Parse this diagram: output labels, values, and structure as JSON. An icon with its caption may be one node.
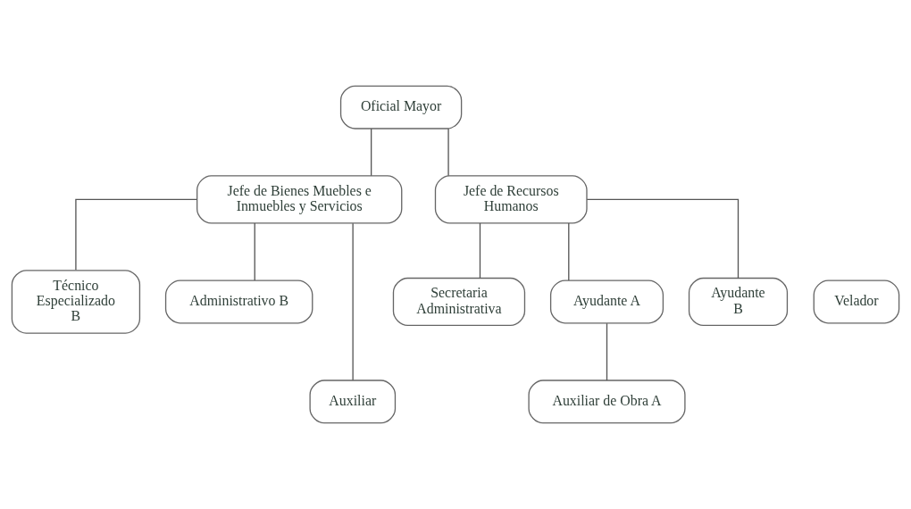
{
  "diagram": {
    "nodes": [
      {
        "text": [
          "Oficial Mayor"
        ]
      },
      {
        "text": [
          "Jefe de Bienes Muebles e Inmuebles y Servicios"
        ]
      },
      {
        "text": [
          "Jefe de Recursos Humanos"
        ]
      },
      {
        "text": [
          "Técnico Especializado B"
        ]
      },
      {
        "text": [
          "Administrativo B"
        ]
      },
      {
        "text": [
          "Secretaria Administrativa"
        ]
      },
      {
        "text": [
          "Ayudante A"
        ]
      },
      {
        "text": [
          "Velador"
        ]
      },
      {
        "text": [
          "Ayudante B"
        ]
      },
      {
        "text": [
          "Auxiliar"
        ]
      },
      {
        "text": [
          "Auxiliar de Obra A"
        ]
      }
    ],
    "edges": [
      {
        "from": 0,
        "to": 1,
        "arrow": "none"
      },
      {
        "from": 0,
        "to": 2,
        "arrow": "none"
      },
      {
        "from": 1,
        "to": 3,
        "arrow": "none"
      },
      {
        "from": 1,
        "to": 9,
        "arrow": "none"
      },
      {
        "from": 1,
        "to": 4,
        "arrow": "none"
      },
      {
        "from": 2,
        "to": 5,
        "arrow": "none"
      },
      {
        "from": 2,
        "to": 6,
        "arrow": "none"
      },
      {
        "from": 2,
        "to": 8,
        "arrow": "none"
      },
      {
        "from": 6,
        "to": 10,
        "arrow": "none"
      }
    ]
  }
}
